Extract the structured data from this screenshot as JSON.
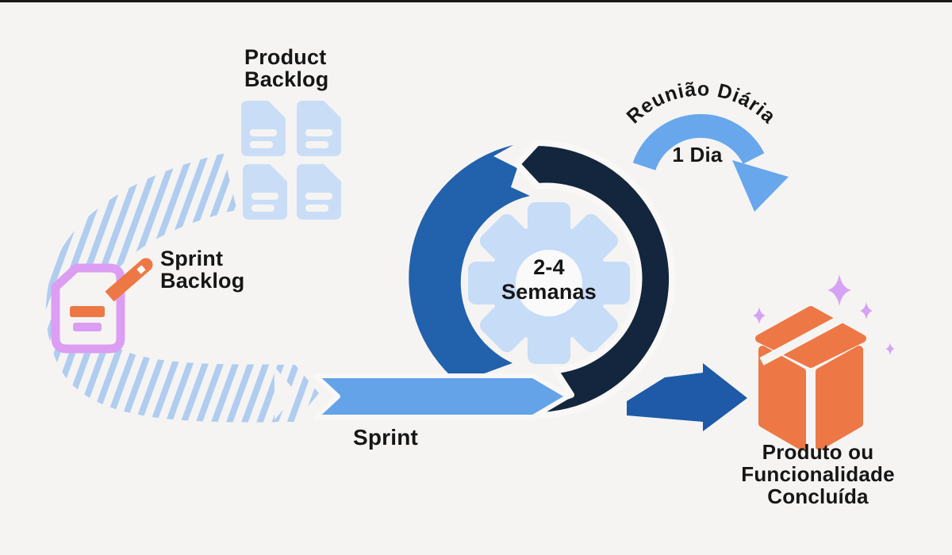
{
  "diagram_title": "Scrum sprint cycle diagram",
  "labels": {
    "product_backlog": {
      "line1": "Product",
      "line2": "Backlog"
    },
    "sprint_backlog": {
      "line1": "Sprint",
      "line2": "Backlog"
    },
    "sprint": "Sprint",
    "daily_meeting": "Reunião Diária",
    "daily_duration": "1 Dia",
    "sprint_duration": {
      "line1": "2-4",
      "line2": "Semanas"
    },
    "outcome": {
      "line1": "Produto ou",
      "line2": "Funcionalidade",
      "line3": "Concluída"
    }
  },
  "icons": {
    "product_backlog": "document-stack-icon",
    "sprint_backlog": "note-with-pencil-icon",
    "cycle": "scrum-loop-arrows-icon",
    "center": "gear-icon",
    "daily": "daily-loop-arrow-icon",
    "flow_in": "striped-curved-arrow-icon",
    "flow_sprint": "sprint-arrow-icon",
    "flow_out": "delivery-arrow-icon",
    "result": "package-box-icon",
    "decor": "sparkle-icon"
  },
  "colors": {
    "background": "#f5f4f3",
    "top_border": "#191919",
    "text": "#161616",
    "light_blue_fill": "#c9def6",
    "stripe_blue": "#b0cdf0",
    "sprint_blue": "#64a3e8",
    "medium_blue": "#2261ab",
    "navy": "#13263d",
    "orange": "#ed7845",
    "purple": "#dc9ef2",
    "sparkle_purple": "#d6a3f4",
    "gear_blue": "#c6dcf7"
  }
}
